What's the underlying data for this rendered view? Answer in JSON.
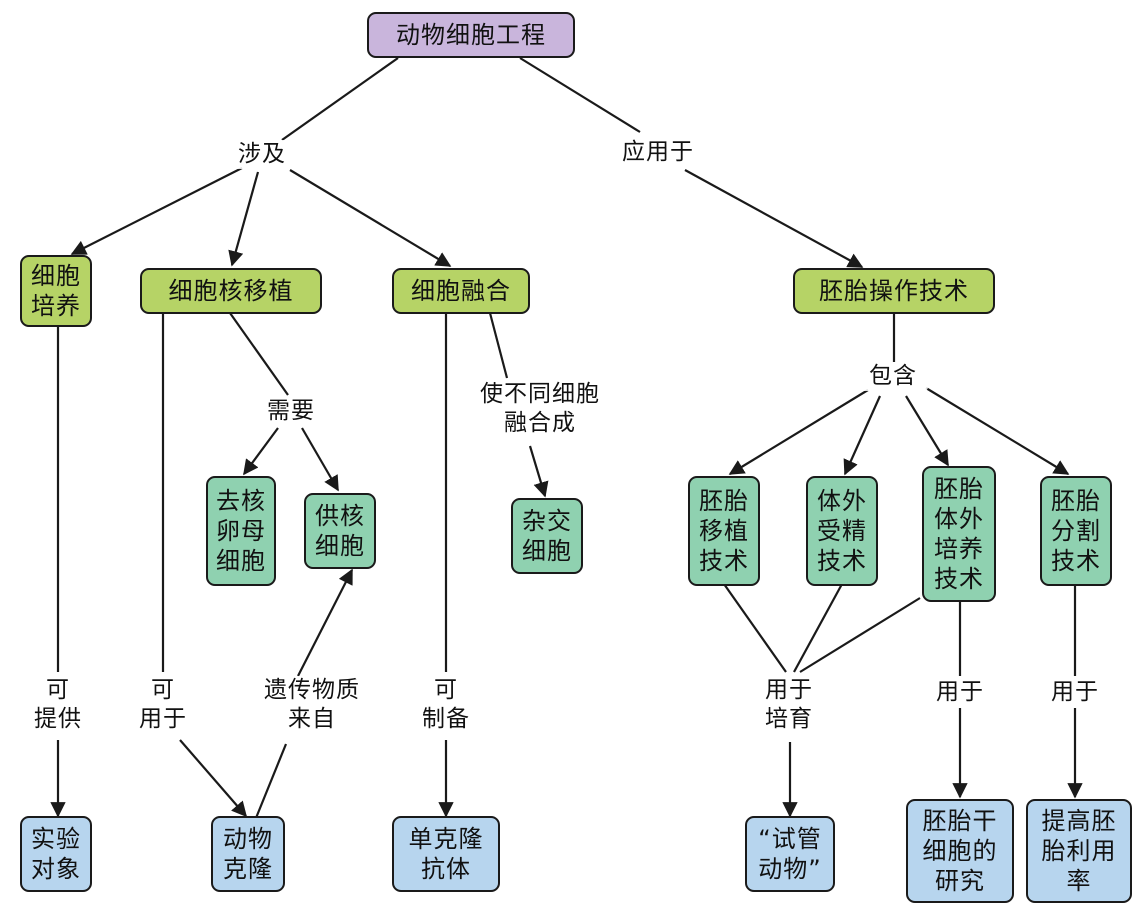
{
  "root": "动物细胞工程",
  "edge_labels": {
    "involves": "涉及",
    "applied_to": "应用于",
    "needs": "需要",
    "fuse_into": "使不同细胞\n融合成",
    "contains": "包含",
    "can_provide": "可\n提供",
    "can_be_used_for": "可\n用于",
    "genetic_from": "遗传物质\n来自",
    "can_prepare": "可\n制备",
    "used_to_breed": "用于\n培育",
    "used_for_a": "用于",
    "used_for_b": "用于"
  },
  "green_nodes": {
    "cell_culture": "细胞\n培养",
    "nuclear_transfer": "细胞核移植",
    "cell_fusion": "细胞融合",
    "embryo_tech": "胚胎操作技术"
  },
  "teal_nodes": {
    "enucleated_oocyte": "去核\n卵母\n细胞",
    "donor_cell": "供核\n细胞",
    "hybrid_cell": "杂交\n细胞",
    "embryo_transfer": "胚胎\n移植\n技术",
    "ivf": "体外\n受精\n技术",
    "embryo_culture": "胚胎\n体外\n培养\n技术",
    "embryo_split": "胚胎\n分割\n技术"
  },
  "blue_nodes": {
    "experiment": "实验\n对象",
    "animal_clone": "动物\n克隆",
    "antibody": "单克隆\n抗体",
    "test_tube": "“试管\n动物”",
    "stem_cell": "胚胎干\n细胞的\n研究",
    "efficiency": "提高胚\n胎利用\n率"
  },
  "colors": {
    "root_fill": "#c9b5dc",
    "level1_fill": "#b6d366",
    "level2_fill": "#8fd1b0",
    "outcome_fill": "#b7d5ee",
    "line": "#1a1a1a"
  }
}
